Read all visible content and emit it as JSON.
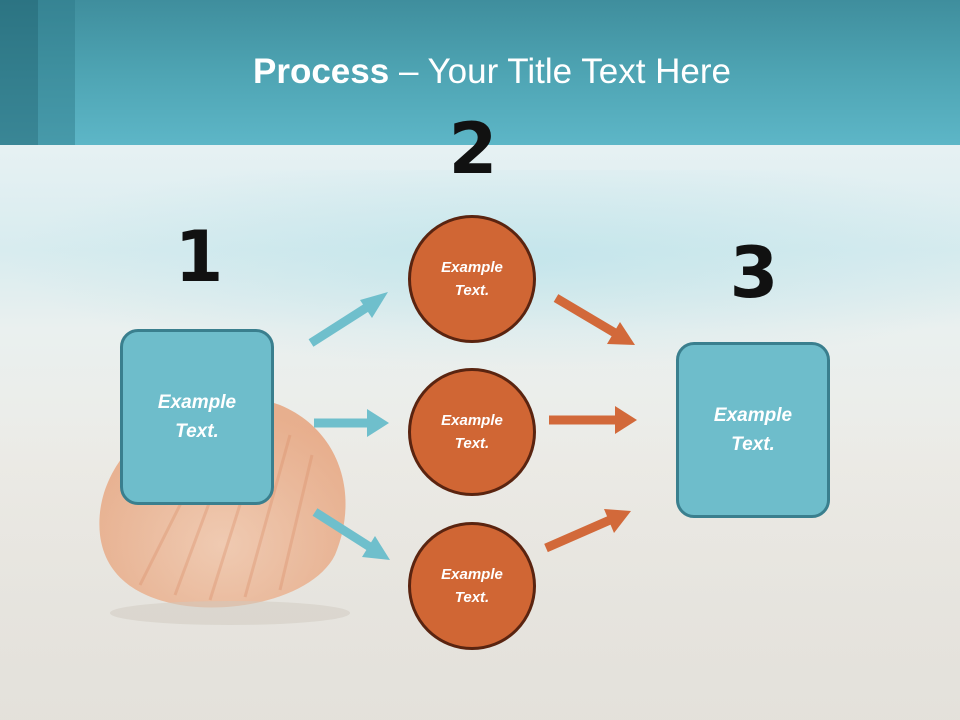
{
  "title": {
    "bold": "Process",
    "rest": " – Your Title Text Here"
  },
  "steps": [
    {
      "number": "1",
      "label": "Example\nText."
    },
    {
      "number": "2",
      "label": ""
    },
    {
      "number": "3",
      "label": "Example\nText."
    }
  ],
  "circles": [
    {
      "label": "Example\nText."
    },
    {
      "label": "Example\nText."
    },
    {
      "label": "Example\nText."
    }
  ],
  "colors": {
    "teal": "#6ebdcb",
    "teal_border": "#3a7f8e",
    "orange": "#d06634",
    "orange_border": "#5a2410",
    "teal_arrow": "#6fbfcc",
    "orange_arrow": "#d2693a"
  },
  "decor": {
    "background": "beach-seashell-image"
  }
}
